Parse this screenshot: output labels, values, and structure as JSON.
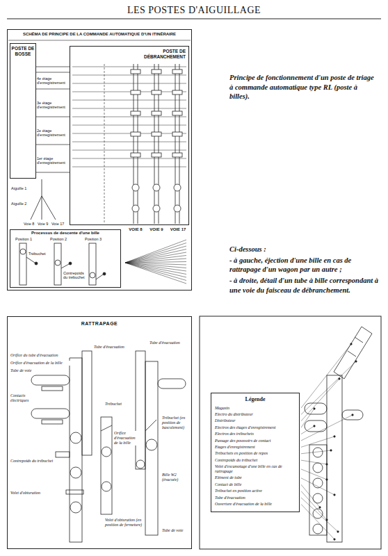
{
  "diagram": {
    "title": "LES POSTES D'AIGUILLAGE",
    "caption": "Principe de fonctionnement d'un poste de triage à commande automatique type RL (poste à billes).",
    "nodes": [
      {
        "text": [
          "SCHÉMA DE PRINCIPE DE LA COMMANDE AUTOMATIQUE D'UN ITINÉRAIRE"
        ]
      },
      {
        "text": [
          "POSTE DE BOSSE"
        ],
        "in": 0
      },
      {
        "text": [
          "POSTE DE DÉBRANCHEMENT"
        ],
        "in": 0
      },
      {
        "text": [
          "Processus de descente d'une bille"
        ],
        "in": 0
      },
      {
        "text": [
          "RATTRAPAGE"
        ]
      },
      {
        "text": [
          "Légende",
          "Magasin",
          "Electro du distributeur",
          "Distributeur",
          "Electros des étages d'enregistrement",
          "Electros des trébuchets",
          "Passage des poussoirs de contact",
          "Etages d'enregistrement",
          "Trébuchets en position de repos",
          "Contrepoids du trébuchet",
          "Volet d'escamotage d'une bille en cas de rattrapage",
          "Elément de tube",
          "Contact de bille",
          "Trébuchet en position active",
          "Tube d'évacuation",
          "Ouverture d'évacuation de la bille"
        ]
      }
    ],
    "edges": [
      {
        "from": 1,
        "to": 2,
        "arrow": "none"
      }
    ],
    "labels": [
      "Ci-dessous :",
      "- à gauche, éjection d'une bille en cas de rattrapage d'un wagon par un autre ;",
      "- à droite, détail d'un tube à bille correspondant à une voie du faisceau de débranchement.",
      "VOIE 8",
      "VOIE 9",
      "VOIE 17",
      "4e étage d'enregistrement",
      "3e étage d'enregistrement",
      "2e étage d'enregistrement",
      "1er étage d'enregistrement",
      "Aiguille 1",
      "Aiguille 2",
      "Voie 8",
      "Voie 9",
      "Voie 17",
      "Position 1",
      "Position 2",
      "Position 3",
      "Trébuchet",
      "Contrepoids du trébuchet",
      "Tube d'évacuation",
      "Orifice du tube d'évacuation",
      "Orifice d'évacuation de la bille",
      "Tube de voie",
      "Contacts électriques",
      "Contrepoids du trébuchet",
      "Volet d'obturation",
      "Tube d'évacuation",
      "Trébuchet",
      "Trébuchet (en position de basculement)",
      "Orifice d'évacuation de la bille",
      "Volet d'obturation (en position de fermeture)",
      "Bille W2 (évacuée)",
      "Tube de voie"
    ]
  }
}
